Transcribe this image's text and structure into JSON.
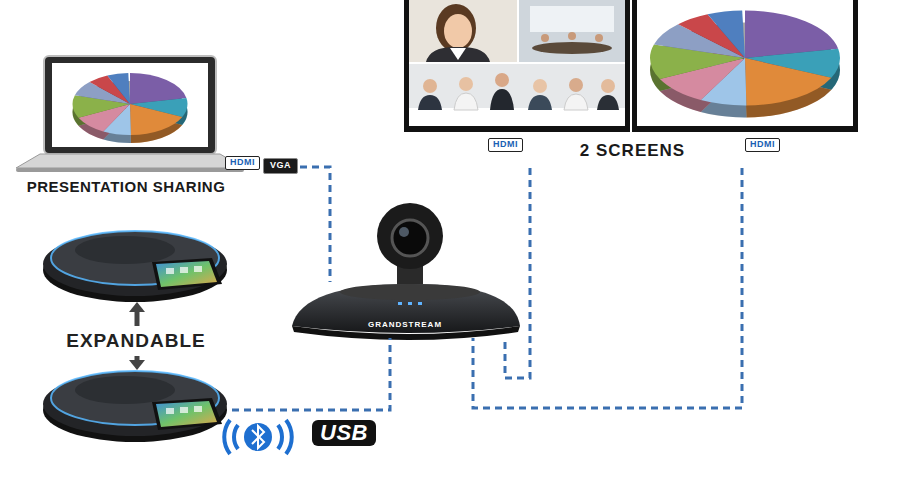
{
  "diagram": {
    "nodes": [
      {
        "text": [
          "PRESENTATION SHARING"
        ]
      },
      {
        "text": [
          "2 SCREENS"
        ]
      },
      {
        "text": [
          "GRANDSTREAM"
        ]
      },
      {
        "text": [
          "EXPANDABLE"
        ]
      }
    ],
    "edges": [
      {
        "from": 0,
        "to": 2,
        "arrow": "none"
      },
      {
        "from": 1,
        "to": 2,
        "arrow": "none"
      },
      {
        "from": 1,
        "to": 2,
        "arrow": "none"
      },
      {
        "from": 3,
        "to": 2,
        "arrow": "none"
      }
    ],
    "labels": [
      "HDMI",
      "VGA",
      "HDMI",
      "HDMI",
      "USB"
    ]
  }
}
